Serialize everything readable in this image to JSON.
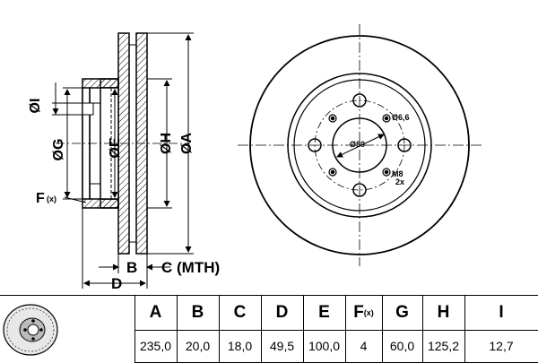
{
  "drawing": {
    "side_labels": {
      "I": "ØI",
      "G": "ØG",
      "E": "ØE",
      "H": "ØH",
      "A": "ØA",
      "F": "F",
      "F_sub": "(x)",
      "B": "B",
      "C": "C (MTH)",
      "D": "D"
    },
    "front_labels": {
      "hole_dia": "Ø6,6",
      "center_dia": "Ø80",
      "thread": "M8",
      "thread_count": "2x"
    }
  },
  "table": {
    "headers": [
      "A",
      "B",
      "C",
      "D",
      "E",
      "F",
      "G",
      "H",
      "I"
    ],
    "header_F_sub": "(x)",
    "values": [
      "235,0",
      "20,0",
      "18,0",
      "49,5",
      "100,0",
      "4",
      "60,0",
      "125,2",
      "12,7"
    ]
  }
}
